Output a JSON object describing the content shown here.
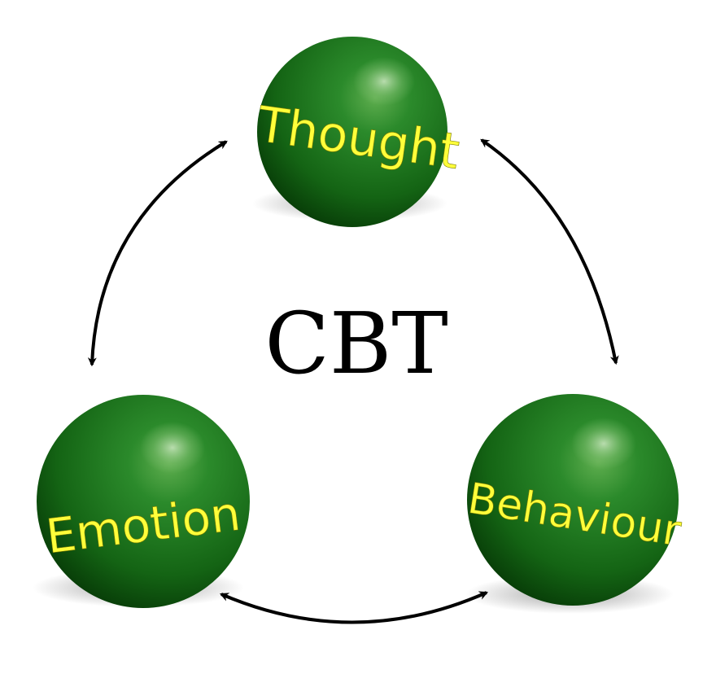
{
  "diagram": {
    "center_title": "CBT",
    "nodes": [
      {
        "label": "Thought"
      },
      {
        "label": "Behaviour"
      },
      {
        "label": "Emotion"
      }
    ],
    "colors": {
      "ball": "#1f7a1f",
      "ball_dark": "#0a3d0a",
      "ball_highlight": "#7fbf6a",
      "label": "#ffff3a",
      "arrow": "#000000",
      "background": "#ffffff"
    },
    "edges": [
      {
        "from": "Thought",
        "to": "Emotion",
        "style": "double-headed-arrow"
      },
      {
        "from": "Thought",
        "to": "Behaviour",
        "style": "double-headed-arrow"
      },
      {
        "from": "Emotion",
        "to": "Behaviour",
        "style": "double-headed-arrow"
      }
    ]
  }
}
